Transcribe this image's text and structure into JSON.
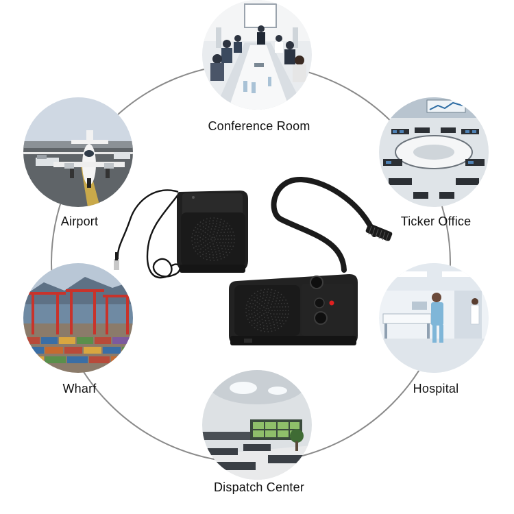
{
  "scenes": [
    {
      "label": "Conference Room",
      "icon": "conference-room-photo"
    },
    {
      "label": "Airport",
      "icon": "airport-photo"
    },
    {
      "label": "Ticker Office",
      "icon": "ticker-office-photo"
    },
    {
      "label": "Wharf",
      "icon": "wharf-photo"
    },
    {
      "label": "Hospital",
      "icon": "hospital-photo"
    },
    {
      "label": "Dispatch Center",
      "icon": "dispatch-center-photo"
    }
  ],
  "product": {
    "icon": "window-intercom-product"
  },
  "colors": {
    "ring": "#8a8a8a",
    "device": "#1c1c1c",
    "indicator": "#e02020"
  }
}
